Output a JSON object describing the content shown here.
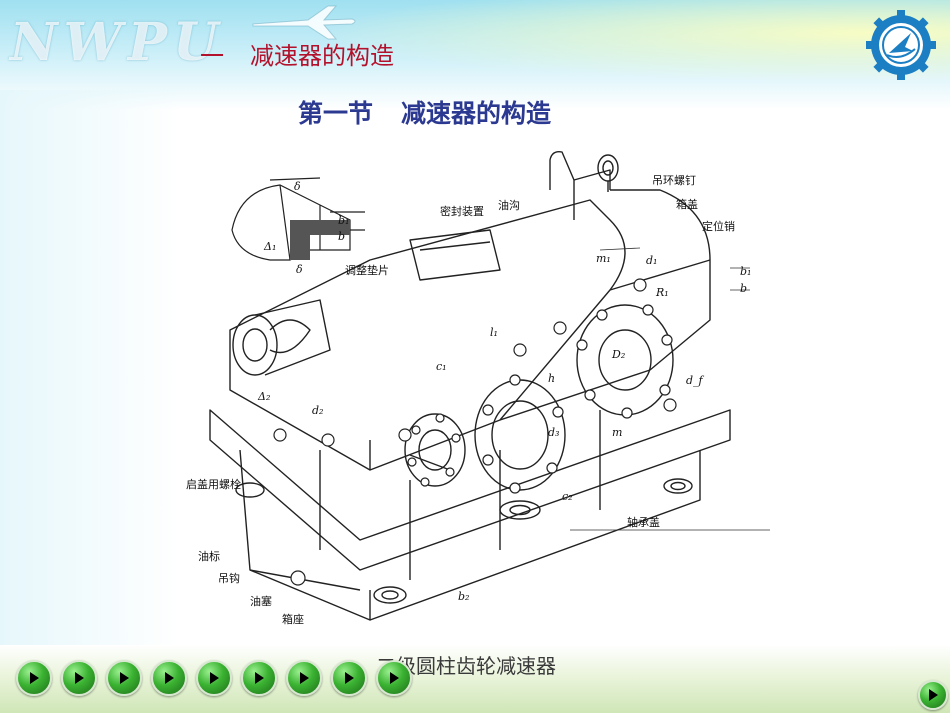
{
  "header": {
    "watermark_text": "NWPU",
    "section_number": "一",
    "section_title": "减速器的构造",
    "logo_icon": "university-gear-logo-icon"
  },
  "slide": {
    "subtitle_part1": "第一节",
    "subtitle_part2": "减速器的构造",
    "caption": "二级圆柱齿轮减速器"
  },
  "drawing_labels": {
    "lifting_eye_bolt": "吊环螺钉",
    "box_cover": "箱盖",
    "locating_pin": "定位销",
    "seal_device": "密封装置",
    "oil_groove": "油沟",
    "adjust_shim": "调整垫片",
    "end_cover_bolt": "启盖用螺栓",
    "oil_gauge": "油标",
    "hook": "吊钩",
    "oil_plug": "油塞",
    "box_base": "箱座",
    "bearing_cap": "轴承盖",
    "sym_delta": "δ",
    "sym_b1": "b₁",
    "sym_b": "b",
    "sym_d1": "d₁",
    "sym_m1": "m₁",
    "sym_R1": "R₁",
    "sym_D2": "D₂",
    "sym_d3": "d₃",
    "sym_c1": "c₁",
    "sym_c2": "c₂",
    "sym_h": "h",
    "sym_l1": "l₁",
    "sym_m": "m",
    "sym_d2": "d₂",
    "sym_b2": "b₂",
    "sym_df": "d_f",
    "sym_delta1": "Δ₁",
    "sym_delta2": "Δ₂",
    "sym_delta_small": "δ"
  },
  "nav": {
    "button_count": 9,
    "colors": {
      "button": "#3bb332",
      "title": "#b3122c",
      "subtitle": "#2b3990"
    }
  }
}
